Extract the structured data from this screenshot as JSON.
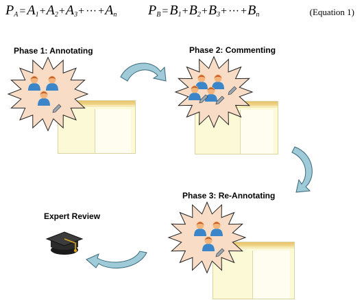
{
  "equations": {
    "a": {
      "lhs": "P",
      "lhs_sub": "A",
      "terms": [
        {
          "sym": "A",
          "sub": "1"
        },
        {
          "sym": "A",
          "sub": "2"
        },
        {
          "sym": "A",
          "sub": "3"
        },
        {
          "sym": "A",
          "sub": "n"
        }
      ],
      "dots": "···"
    },
    "b": {
      "lhs": "P",
      "lhs_sub": "B",
      "terms": [
        {
          "sym": "B",
          "sub": "1"
        },
        {
          "sym": "B",
          "sub": "2"
        },
        {
          "sym": "B",
          "sub": "3"
        },
        {
          "sym": "B",
          "sub": "n"
        }
      ],
      "dots": "···"
    },
    "label": "(Equation 1)"
  },
  "phases": {
    "phase1": "Phase 1: Annotating",
    "phase2": "Phase 2: Commenting",
    "phase3": "Phase 3: Re-Annotating",
    "expert": "Expert Review"
  },
  "colors": {
    "star_fill": "#f9dcc5",
    "star_stroke": "#222222",
    "arrow_fill": "#9fcbd9",
    "arrow_stroke": "#39677a",
    "screen_bg": "#fbf9d6",
    "screen_bar": "#e8c36a",
    "person_shirt": "#3a86c8",
    "person_head": "#f3b47c",
    "person_hair": "#c5602a"
  },
  "icons": [
    "user-group-icon",
    "pencil-icon",
    "comment-icon",
    "graduation-cap-icon",
    "curved-arrow-icon"
  ]
}
